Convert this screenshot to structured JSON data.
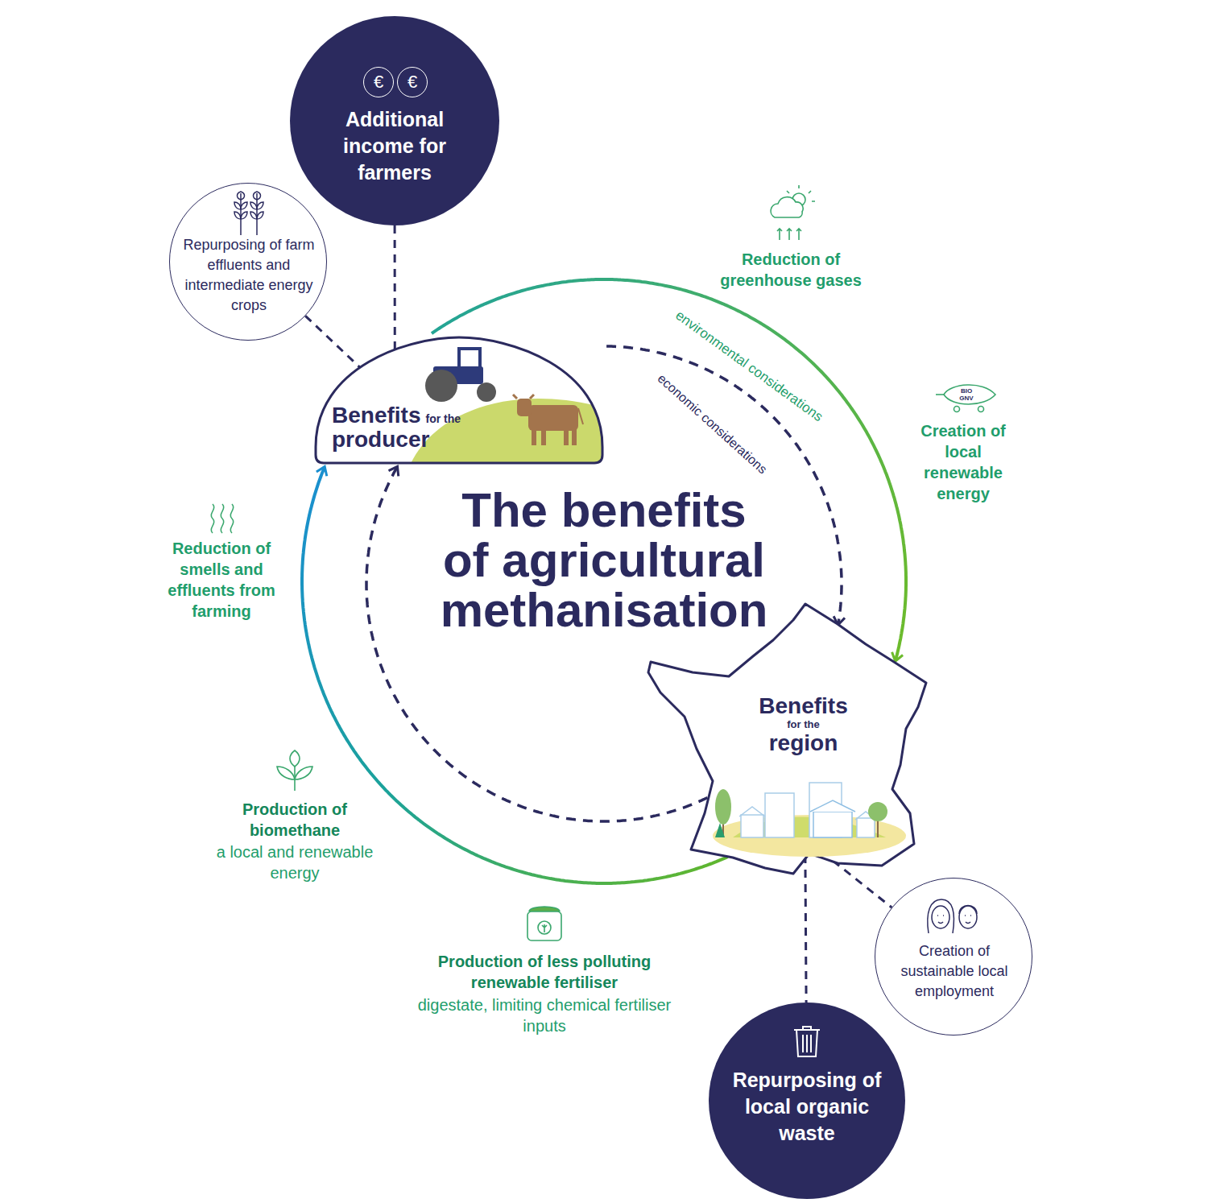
{
  "diagram": {
    "title": "The benefits of agricultural methanisation",
    "nodes": [
      {
        "text": [
          "Additional income for farmers"
        ]
      },
      {
        "text": [
          "Repurposing of farm effluents and intermediate energy crops"
        ]
      },
      {
        "text": [
          "Benefits",
          "for the",
          "producer"
        ]
      },
      {
        "text": [
          "Benefits",
          "for the",
          "region"
        ]
      },
      {
        "text": [
          "Creation of sustainable local employment"
        ]
      },
      {
        "text": [
          "Repurposing of local organic waste"
        ]
      }
    ],
    "edges": [
      {
        "from": 0,
        "to": 2,
        "arrow": "none"
      },
      {
        "from": 1,
        "to": 2,
        "arrow": "none"
      },
      {
        "from": 2,
        "to": 3,
        "arrow": "to",
        "label": "environmental considerations"
      },
      {
        "from": 3,
        "to": 2,
        "arrow": "to"
      },
      {
        "from": 2,
        "to": 3,
        "arrow": "to",
        "label": "economic considerations"
      },
      {
        "from": 3,
        "to": 2,
        "arrow": "to"
      },
      {
        "from": 3,
        "to": 5,
        "arrow": "none"
      },
      {
        "from": 3,
        "to": 4,
        "arrow": "none"
      }
    ],
    "labels": [
      "€",
      "€",
      "Reduction of greenhouse gases",
      "BIO",
      "GNV",
      "Creation of local renewable energy",
      "Reduction of smells and effluents from farming",
      "Production of biomethane",
      "a local and renewable energy",
      "Production of less polluting renewable fertiliser",
      "digestate, limiting chemical fertiliser inputs"
    ]
  }
}
